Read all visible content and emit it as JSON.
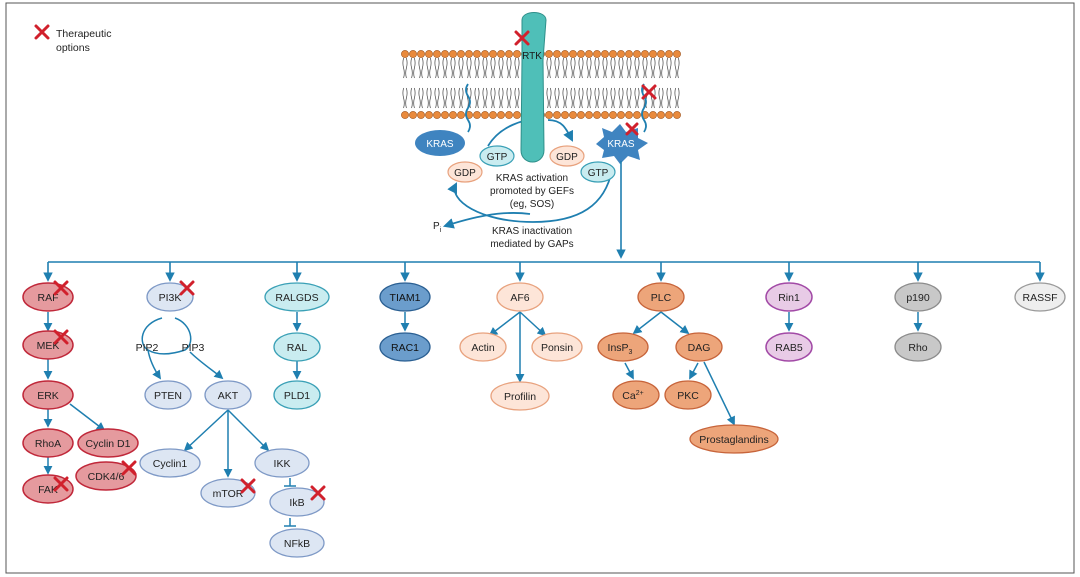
{
  "legend": {
    "label_line1": "Therapeutic",
    "label_line2": "options"
  },
  "membrane": {
    "receptor": "RTK"
  },
  "cycle": {
    "kras_inactive": "KRAS",
    "kras_active": "KRAS",
    "gtp_left": "GTP",
    "gdp_right": "GDP",
    "gdp_left": "GDP",
    "gtp_right": "GTP",
    "activation_line1": "KRAS activation",
    "activation_line2": "promoted by GEFs",
    "activation_line3": "(eg, SOS)",
    "pi": "P",
    "pi_sub": "i",
    "inactivation_line1": "KRAS inactivation",
    "inactivation_line2": "mediated by GAPs"
  },
  "colors": {
    "arrow": "#1f7fb0",
    "red_fill": "#e59a9e",
    "red_stroke": "#c0283a",
    "blue_fill": "#dde6f3",
    "blue_stroke": "#7e99c6",
    "teal_fill": "#c9ecf0",
    "teal_stroke": "#3aa0b6",
    "navy_fill": "#6b9dcc",
    "navy_stroke": "#2a5f92",
    "peach_fill": "#fde5d8",
    "peach_stroke": "#e8a27e",
    "orange_fill": "#eda57a",
    "orange_stroke": "#c7643a",
    "purple_fill": "#e8cbe6",
    "purple_stroke": "#a24aa6",
    "gray_fill": "#c8c8c8",
    "gray_stroke": "#8c8c8c",
    "receptor": "#4fbfb8",
    "kras": "#3f84c0",
    "mark": "#d1202c"
  },
  "pathways": {
    "raf": {
      "raf": "RAF",
      "mek": "MEK",
      "erk": "ERK",
      "rhoa": "RhoA",
      "cyclin_d1": "Cyclin D1",
      "cdk46": "CDK4/6",
      "fak": "FAK"
    },
    "pi3k": {
      "pi3k": "PI3K",
      "pip2": "PIP2",
      "pip3": "PIP3",
      "pten": "PTEN",
      "akt": "AKT",
      "cyclin1": "Cyclin1",
      "ikk": "IKK",
      "mtor": "mTOR",
      "ikb": "IkB",
      "nfkb": "NFkB"
    },
    "ralgds": {
      "ralgds": "RALGDS",
      "ral": "RAL",
      "pld1": "PLD1"
    },
    "tiam1": {
      "tiam1": "TIAM1",
      "rac1": "RAC1"
    },
    "af6": {
      "af6": "AF6",
      "actin": "Actin",
      "ponsin": "Ponsin",
      "profilin": "Profilin"
    },
    "plc": {
      "plc": "PLC",
      "insp": "InsP",
      "insp_sub": "3",
      "dag": "DAG",
      "ca": "Ca",
      "ca_sup": "2+",
      "pkc": "PKC",
      "prostaglandins": "Prostaglandins"
    },
    "rin1": {
      "rin1": "Rin1",
      "rab5": "RAB5"
    },
    "p190": {
      "p190": "p190",
      "rho": "Rho"
    },
    "rassf": {
      "rassf": "RASSF"
    }
  }
}
